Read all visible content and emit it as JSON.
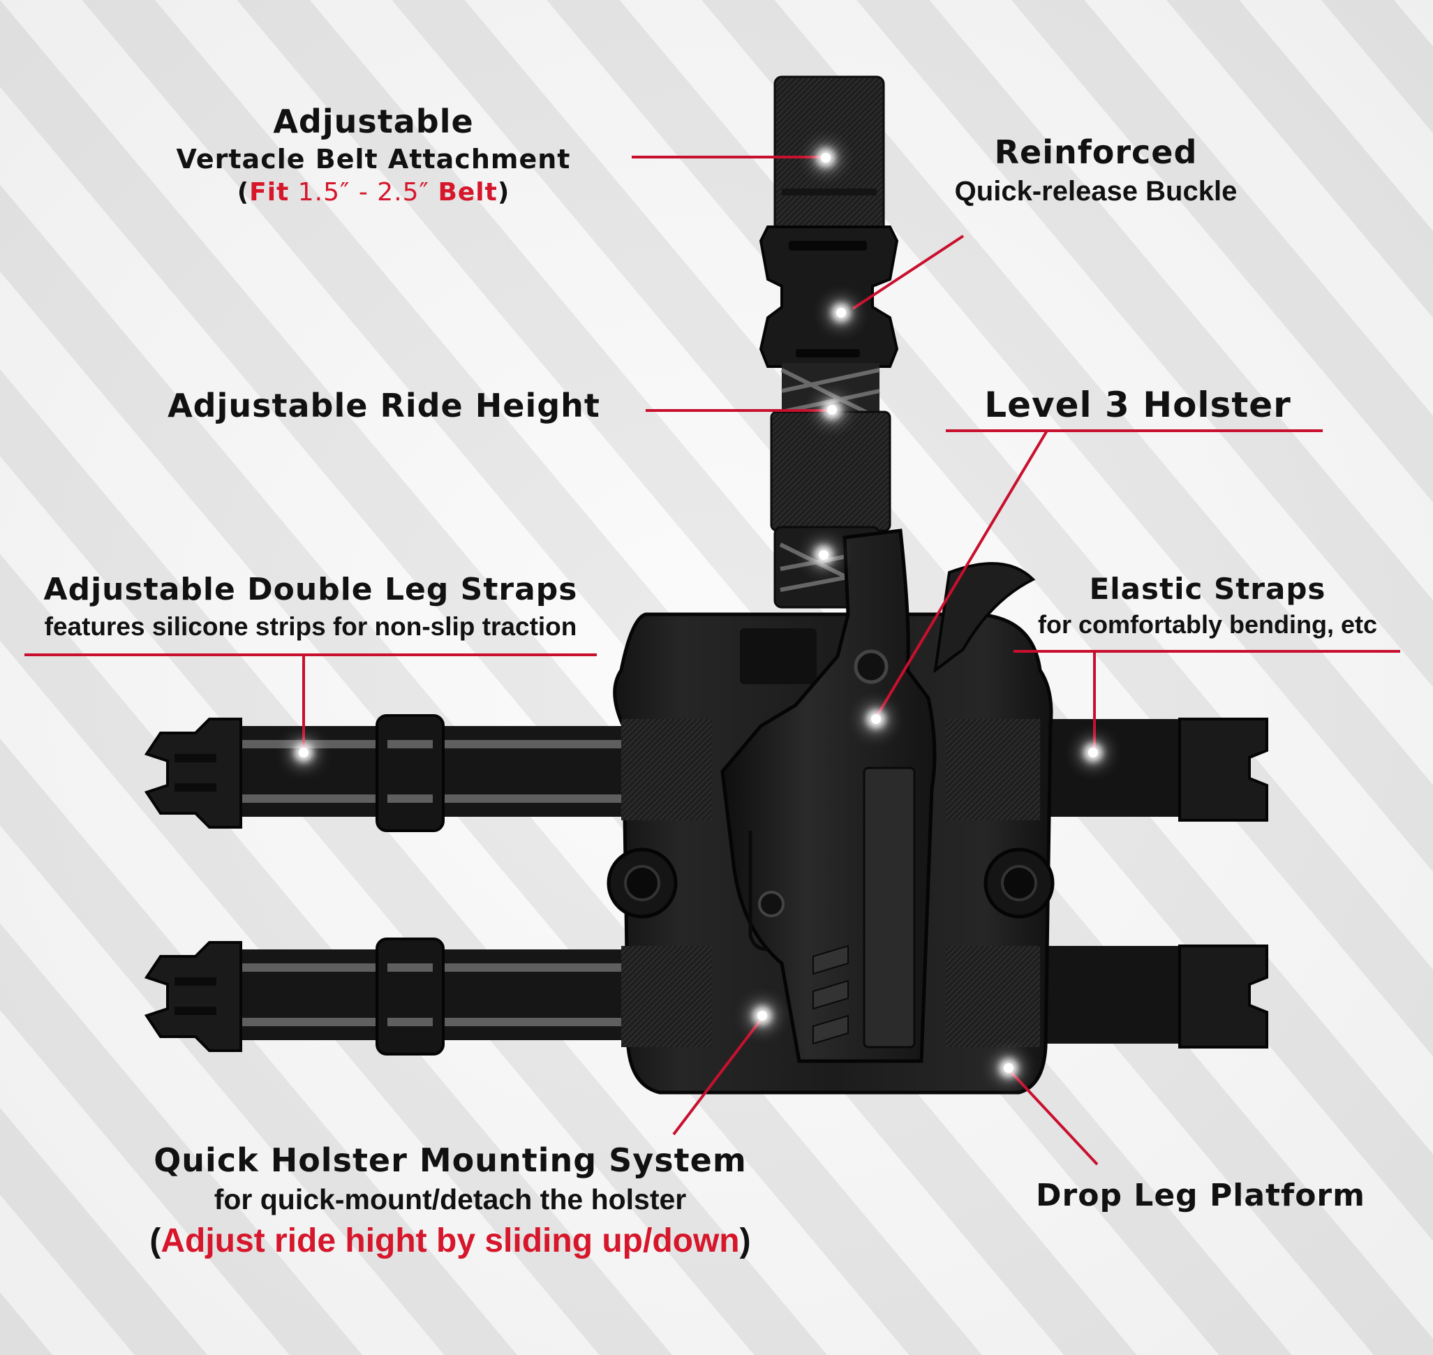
{
  "labels": {
    "belt_attachment": {
      "title": "Adjustable",
      "subtitle": "Vertacle Belt Attachment",
      "note_open": "(",
      "note_fit": "Fit",
      "note_range": " 1.5″ - 2.5″ ",
      "note_belt": "Belt",
      "note_close": ")"
    },
    "buckle": {
      "title": "Reinforced",
      "subtitle": "Quick-release Buckle"
    },
    "ride_height": {
      "title": "Adjustable Ride Height"
    },
    "holster": {
      "title": "Level 3 Holster"
    },
    "leg_straps": {
      "title": "Adjustable Double Leg Straps",
      "subtitle": "features silicone strips for non-slip traction"
    },
    "elastic_straps": {
      "title": "Elastic Straps",
      "subtitle": "for comfortably bending, etc"
    },
    "mounting_system": {
      "title": "Quick Holster Mounting System",
      "subtitle": "for quick-mount/detach the holster",
      "note_open": "(",
      "note_text": "Adjust ride hight by sliding up/down",
      "note_close": ")"
    },
    "platform": {
      "title": "Drop Leg Platform"
    }
  },
  "colors": {
    "accent": "#d6162b",
    "leader_line": "#c8102e",
    "text": "#111111",
    "background": "#ececec",
    "stripe": "#ffffff",
    "product": "#1b1b1b"
  }
}
